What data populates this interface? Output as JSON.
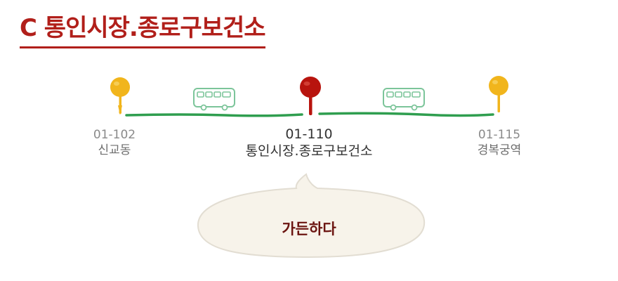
{
  "header": {
    "title": "C 통인시장.종로구보건소"
  },
  "route": {
    "stops": [
      {
        "code": "01-102",
        "name": "신교동",
        "current": false
      },
      {
        "code": "01-110",
        "name": "통인시장.종로구보건소",
        "current": true
      },
      {
        "code": "01-115",
        "name": "경복궁역",
        "current": false
      }
    ]
  },
  "action": {
    "go_label": "가든하다"
  },
  "colors": {
    "accent": "#b11f1a",
    "pin_other": "#f1b51c",
    "pin_current": "#b8140e",
    "line": "#2f9e4f",
    "bus_icon": "#7cc59a",
    "bubble_fill": "#f7f3ea",
    "bubble_edge": "#e2ddd2"
  },
  "icons": {
    "stop_marker": "map-pin-icon",
    "bus": "bus-icon"
  }
}
